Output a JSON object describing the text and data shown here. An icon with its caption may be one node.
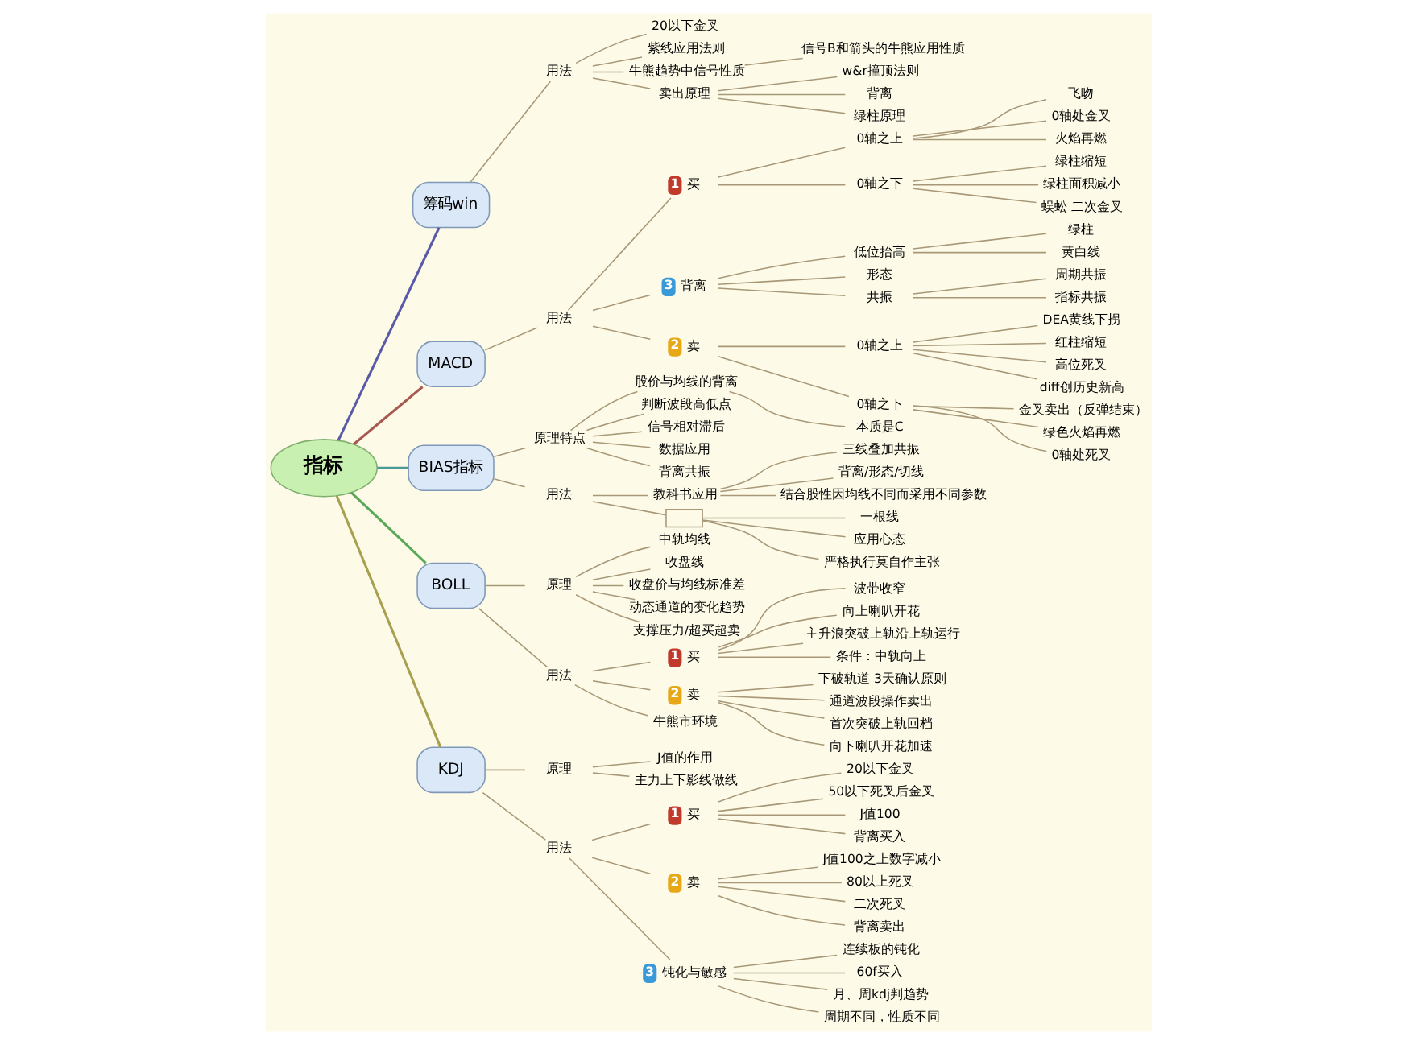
{
  "diagram": {
    "nodes": [
      {
        "text": [
          "指标"
        ]
      },
      {
        "text": [
          "筹码win"
        ]
      },
      {
        "text": [
          "用法"
        ]
      },
      {
        "text": [
          "20以下金叉"
        ]
      },
      {
        "text": [
          "紫线应用法则"
        ]
      },
      {
        "text": [
          "牛熊趋势中信号性质"
        ]
      },
      {
        "text": [
          "信号B和箭头的牛熊应用性质"
        ]
      },
      {
        "text": [
          "卖出原理"
        ]
      },
      {
        "text": [
          "w&r撞顶法则"
        ]
      },
      {
        "text": [
          "背离"
        ]
      },
      {
        "text": [
          "绿柱原理"
        ]
      },
      {
        "text": [
          "MACD"
        ]
      },
      {
        "text": [
          "用法"
        ]
      },
      {
        "text": [
          "1",
          "买"
        ]
      },
      {
        "text": [
          "0轴之上"
        ]
      },
      {
        "text": [
          "飞吻"
        ]
      },
      {
        "text": [
          "0轴处金叉"
        ]
      },
      {
        "text": [
          "火焰再燃"
        ]
      },
      {
        "text": [
          "0轴之下"
        ]
      },
      {
        "text": [
          "绿柱缩短"
        ]
      },
      {
        "text": [
          "绿柱面积减小"
        ]
      },
      {
        "text": [
          "蜈蚣 二次金叉"
        ]
      },
      {
        "text": [
          "3",
          "背离"
        ]
      },
      {
        "text": [
          "低位抬高"
        ]
      },
      {
        "text": [
          "绿柱"
        ]
      },
      {
        "text": [
          "黄白线"
        ]
      },
      {
        "text": [
          "形态"
        ]
      },
      {
        "text": [
          "共振"
        ]
      },
      {
        "text": [
          "周期共振"
        ]
      },
      {
        "text": [
          "指标共振"
        ]
      },
      {
        "text": [
          "2",
          "卖"
        ]
      },
      {
        "text": [
          "0轴之上"
        ]
      },
      {
        "text": [
          "DEA黄线下拐"
        ]
      },
      {
        "text": [
          "红柱缩短"
        ]
      },
      {
        "text": [
          "高位死叉"
        ]
      },
      {
        "text": [
          "diff创历史新高"
        ]
      },
      {
        "text": [
          "0轴之下"
        ]
      },
      {
        "text": [
          "金叉卖出（反弹结束）"
        ]
      },
      {
        "text": [
          "绿色火焰再燃"
        ]
      },
      {
        "text": [
          "0轴处死叉"
        ]
      },
      {
        "text": [
          "BIAS指标"
        ]
      },
      {
        "text": [
          "原理特点"
        ]
      },
      {
        "text": [
          "股价与均线的背离"
        ]
      },
      {
        "text": [
          "本质是C"
        ]
      },
      {
        "text": [
          "判断波段高低点"
        ]
      },
      {
        "text": [
          "信号相对滞后"
        ]
      },
      {
        "text": [
          "数据应用"
        ]
      },
      {
        "text": [
          "背离共振"
        ]
      },
      {
        "text": [
          "用法"
        ]
      },
      {
        "text": [
          "教科书应用"
        ]
      },
      {
        "text": [
          "三线叠加共振"
        ]
      },
      {
        "text": [
          "背离/形态/切线"
        ]
      },
      {
        "text": [
          "结合股性因均线不同而采用不同参数"
        ]
      },
      {
        "text": [],
        "shape": "box"
      },
      {
        "text": [
          "一根线"
        ]
      },
      {
        "text": [
          "应用心态"
        ]
      },
      {
        "text": [
          "严格执行莫自作主张"
        ]
      },
      {
        "text": [
          "BOLL"
        ]
      },
      {
        "text": [
          "原理"
        ]
      },
      {
        "text": [
          "中轨均线"
        ]
      },
      {
        "text": [
          "收盘线"
        ]
      },
      {
        "text": [
          "收盘价与均线标准差"
        ]
      },
      {
        "text": [
          "动态通道的变化趋势"
        ]
      },
      {
        "text": [
          "支撑压力/超买超卖"
        ]
      },
      {
        "text": [
          "用法"
        ]
      },
      {
        "text": [
          "1",
          "买"
        ]
      },
      {
        "text": [
          "波带收窄"
        ]
      },
      {
        "text": [
          "向上喇叭开花"
        ]
      },
      {
        "text": [
          "主升浪突破上轨沿上轨运行"
        ]
      },
      {
        "text": [
          "条件：中轨向上"
        ]
      },
      {
        "text": [
          "2",
          "卖"
        ]
      },
      {
        "text": [
          "下破轨道 3天确认原则"
        ]
      },
      {
        "text": [
          "通道波段操作卖出"
        ]
      },
      {
        "text": [
          "首次突破上轨回档"
        ]
      },
      {
        "text": [
          "向下喇叭开花加速"
        ]
      },
      {
        "text": [
          "牛熊市环境"
        ]
      },
      {
        "text": [
          "KDJ"
        ]
      },
      {
        "text": [
          "原理"
        ]
      },
      {
        "text": [
          "J值的作用"
        ]
      },
      {
        "text": [
          "主力上下影线做线"
        ]
      },
      {
        "text": [
          "用法"
        ]
      },
      {
        "text": [
          "1",
          "买"
        ]
      },
      {
        "text": [
          "20以下金叉"
        ]
      },
      {
        "text": [
          "50以下死叉后金叉"
        ]
      },
      {
        "text": [
          "J值100"
        ]
      },
      {
        "text": [
          "背离买入"
        ]
      },
      {
        "text": [
          "2",
          "卖"
        ]
      },
      {
        "text": [
          "J值100之上数字减小"
        ]
      },
      {
        "text": [
          "80以上死叉"
        ]
      },
      {
        "text": [
          "二次死叉"
        ]
      },
      {
        "text": [
          "背离卖出"
        ]
      },
      {
        "text": [
          "3",
          "钝化与敏感"
        ]
      },
      {
        "text": [
          "连续板的钝化"
        ]
      },
      {
        "text": [
          "60f买入"
        ]
      },
      {
        "text": [
          "月、周kdj判趋势"
        ]
      },
      {
        "text": [
          "周期不同，性质不同"
        ]
      }
    ],
    "edges": [
      {
        "from": 0,
        "to": 1,
        "arrow": "none",
        "color": "#5a5aa8"
      },
      {
        "from": 1,
        "to": 2,
        "arrow": "none"
      },
      {
        "from": 2,
        "to": 3,
        "arrow": "none"
      },
      {
        "from": 2,
        "to": 4,
        "arrow": "none"
      },
      {
        "from": 2,
        "to": 5,
        "arrow": "none"
      },
      {
        "from": 5,
        "to": 6,
        "arrow": "none"
      },
      {
        "from": 2,
        "to": 7,
        "arrow": "none"
      },
      {
        "from": 7,
        "to": 8,
        "arrow": "none"
      },
      {
        "from": 7,
        "to": 9,
        "arrow": "none"
      },
      {
        "from": 7,
        "to": 10,
        "arrow": "none"
      },
      {
        "from": 0,
        "to": 11,
        "arrow": "none",
        "color": "#a85a50"
      },
      {
        "from": 11,
        "to": 12,
        "arrow": "none"
      },
      {
        "from": 12,
        "to": 13,
        "arrow": "none"
      },
      {
        "from": 13,
        "to": 14,
        "arrow": "none"
      },
      {
        "from": 14,
        "to": 15,
        "arrow": "none"
      },
      {
        "from": 14,
        "to": 16,
        "arrow": "none"
      },
      {
        "from": 14,
        "to": 17,
        "arrow": "none"
      },
      {
        "from": 13,
        "to": 18,
        "arrow": "none"
      },
      {
        "from": 18,
        "to": 19,
        "arrow": "none"
      },
      {
        "from": 18,
        "to": 20,
        "arrow": "none"
      },
      {
        "from": 18,
        "to": 21,
        "arrow": "none"
      },
      {
        "from": 12,
        "to": 22,
        "arrow": "none"
      },
      {
        "from": 22,
        "to": 23,
        "arrow": "none"
      },
      {
        "from": 23,
        "to": 24,
        "arrow": "none"
      },
      {
        "from": 23,
        "to": 25,
        "arrow": "none"
      },
      {
        "from": 22,
        "to": 26,
        "arrow": "none"
      },
      {
        "from": 22,
        "to": 27,
        "arrow": "none"
      },
      {
        "from": 27,
        "to": 28,
        "arrow": "none"
      },
      {
        "from": 27,
        "to": 29,
        "arrow": "none"
      },
      {
        "from": 12,
        "to": 30,
        "arrow": "none"
      },
      {
        "from": 30,
        "to": 31,
        "arrow": "none"
      },
      {
        "from": 31,
        "to": 32,
        "arrow": "none"
      },
      {
        "from": 31,
        "to": 33,
        "arrow": "none"
      },
      {
        "from": 31,
        "to": 34,
        "arrow": "none"
      },
      {
        "from": 31,
        "to": 35,
        "arrow": "none"
      },
      {
        "from": 30,
        "to": 36,
        "arrow": "none"
      },
      {
        "from": 36,
        "to": 37,
        "arrow": "none"
      },
      {
        "from": 36,
        "to": 38,
        "arrow": "none"
      },
      {
        "from": 36,
        "to": 39,
        "arrow": "none"
      },
      {
        "from": 0,
        "to": 40,
        "arrow": "none",
        "color": "#4a9a98"
      },
      {
        "from": 40,
        "to": 41,
        "arrow": "none"
      },
      {
        "from": 41,
        "to": 42,
        "arrow": "none"
      },
      {
        "from": 42,
        "to": 43,
        "arrow": "none"
      },
      {
        "from": 41,
        "to": 44,
        "arrow": "none"
      },
      {
        "from": 41,
        "to": 45,
        "arrow": "none"
      },
      {
        "from": 41,
        "to": 46,
        "arrow": "none"
      },
      {
        "from": 41,
        "to": 47,
        "arrow": "none"
      },
      {
        "from": 40,
        "to": 48,
        "arrow": "none"
      },
      {
        "from": 48,
        "to": 49,
        "arrow": "none"
      },
      {
        "from": 49,
        "to": 50,
        "arrow": "none"
      },
      {
        "from": 49,
        "to": 51,
        "arrow": "none"
      },
      {
        "from": 49,
        "to": 52,
        "arrow": "none"
      },
      {
        "from": 48,
        "to": 53,
        "arrow": "none"
      },
      {
        "from": 53,
        "to": 54,
        "arrow": "none"
      },
      {
        "from": 53,
        "to": 55,
        "arrow": "none"
      },
      {
        "from": 53,
        "to": 56,
        "arrow": "none"
      },
      {
        "from": 0,
        "to": 57,
        "arrow": "none",
        "color": "#5aa85a"
      },
      {
        "from": 57,
        "to": 58,
        "arrow": "none"
      },
      {
        "from": 58,
        "to": 59,
        "arrow": "none"
      },
      {
        "from": 58,
        "to": 60,
        "arrow": "none"
      },
      {
        "from": 58,
        "to": 61,
        "arrow": "none"
      },
      {
        "from": 58,
        "to": 62,
        "arrow": "none"
      },
      {
        "from": 58,
        "to": 63,
        "arrow": "none"
      },
      {
        "from": 57,
        "to": 64,
        "arrow": "none"
      },
      {
        "from": 64,
        "to": 65,
        "arrow": "none"
      },
      {
        "from": 65,
        "to": 66,
        "arrow": "none"
      },
      {
        "from": 65,
        "to": 67,
        "arrow": "none"
      },
      {
        "from": 65,
        "to": 68,
        "arrow": "none"
      },
      {
        "from": 65,
        "to": 69,
        "arrow": "none"
      },
      {
        "from": 64,
        "to": 70,
        "arrow": "none"
      },
      {
        "from": 70,
        "to": 71,
        "arrow": "none"
      },
      {
        "from": 70,
        "to": 72,
        "arrow": "none"
      },
      {
        "from": 70,
        "to": 73,
        "arrow": "none"
      },
      {
        "from": 70,
        "to": 74,
        "arrow": "none"
      },
      {
        "from": 64,
        "to": 75,
        "arrow": "none"
      },
      {
        "from": 0,
        "to": 76,
        "arrow": "none",
        "color": "#a8a050"
      },
      {
        "from": 76,
        "to": 77,
        "arrow": "none"
      },
      {
        "from": 77,
        "to": 78,
        "arrow": "none"
      },
      {
        "from": 77,
        "to": 79,
        "arrow": "none"
      },
      {
        "from": 76,
        "to": 80,
        "arrow": "none"
      },
      {
        "from": 80,
        "to": 81,
        "arrow": "none"
      },
      {
        "from": 81,
        "to": 82,
        "arrow": "none"
      },
      {
        "from": 81,
        "to": 83,
        "arrow": "none"
      },
      {
        "from": 81,
        "to": 84,
        "arrow": "none"
      },
      {
        "from": 81,
        "to": 85,
        "arrow": "none"
      },
      {
        "from": 80,
        "to": 86,
        "arrow": "none"
      },
      {
        "from": 86,
        "to": 87,
        "arrow": "none"
      },
      {
        "from": 86,
        "to": 88,
        "arrow": "none"
      },
      {
        "from": 86,
        "to": 89,
        "arrow": "none"
      },
      {
        "from": 86,
        "to": 90,
        "arrow": "none"
      },
      {
        "from": 80,
        "to": 91,
        "arrow": "none"
      },
      {
        "from": 91,
        "to": 92,
        "arrow": "none"
      },
      {
        "from": 91,
        "to": 93,
        "arrow": "none"
      },
      {
        "from": 91,
        "to": 94,
        "arrow": "none"
      },
      {
        "from": 91,
        "to": 95,
        "arrow": "none"
      }
    ]
  }
}
